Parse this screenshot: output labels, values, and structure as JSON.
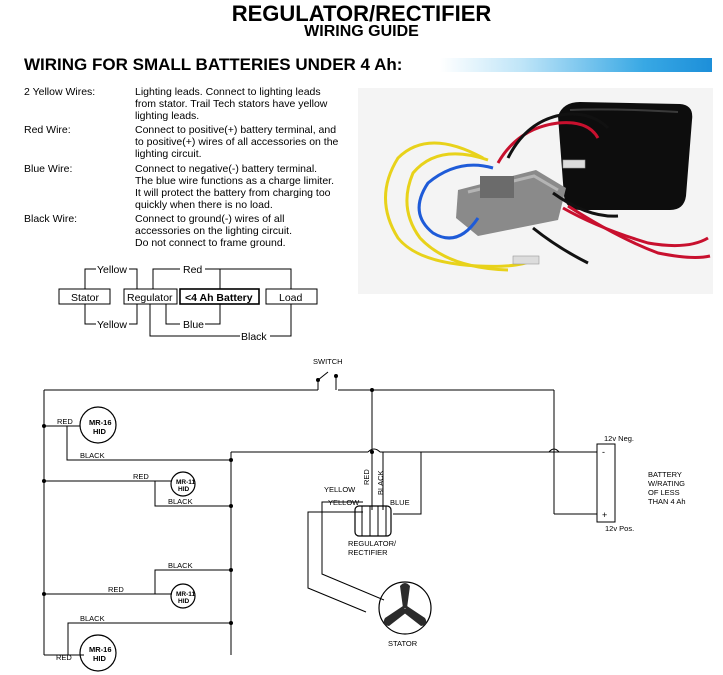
{
  "header": {
    "title": "REGULATOR/RECTIFIER",
    "subtitle": "WIRING GUIDE"
  },
  "section": {
    "heading": "WIRING FOR SMALL BATTERIES UNDER 4 Ah:",
    "accent_color": "#1d8fd9"
  },
  "wires": [
    {
      "name": "2 Yellow Wires:",
      "lines": [
        "Lighting leads.  Connect to lighting leads",
        "from stator.  Trail Tech stators have yellow",
        "lighting leads."
      ]
    },
    {
      "name": "Red Wire:",
      "lines": [
        "Connect to positive(+) battery terminal, and",
        "to positive(+) wires of all accessories on the",
        "lighting circuit."
      ]
    },
    {
      "name": "Blue Wire:",
      "lines": [
        "Connect to negative(-) battery terminal.",
        "The blue wire functions as a charge limiter.",
        "It will protect the battery from charging too",
        "quickly when there is no load."
      ]
    },
    {
      "name": "Black Wire:",
      "lines": [
        "Connect to ground(-) wires of all",
        "accessories on the lighting circuit.",
        "Do not connect to frame ground."
      ]
    }
  ],
  "block_diagram": {
    "boxes": [
      "Stator",
      "Regulator",
      "<4 Ah Battery",
      "Load"
    ],
    "wire_labels": {
      "yellow_top": "Yellow",
      "yellow_bottom": "Yellow",
      "red": "Red",
      "blue": "Blue",
      "black": "Black"
    }
  },
  "schematic": {
    "switch_label": "SWITCH",
    "lamps": [
      {
        "model": "MR-16",
        "type": "HID"
      },
      {
        "model": "MR-11",
        "type": "HID"
      },
      {
        "model": "MR-11",
        "type": "HID"
      },
      {
        "model": "MR-16",
        "type": "HID"
      }
    ],
    "wire_labels": {
      "red": "RED",
      "black": "BLACK",
      "yellow": "YELLOW",
      "blue": "BLUE"
    },
    "regulator_label": [
      "REGULATOR/",
      "RECTIFIER"
    ],
    "stator_label": "STATOR",
    "battery": {
      "neg_label": "12v Neg.",
      "pos_label": "12v Pos.",
      "neg_symbol": "-",
      "pos_symbol": "+",
      "description": [
        "BATTERY",
        "W/RATING",
        "OF LESS",
        "THAN 4 Ah"
      ]
    }
  },
  "photo": {
    "wire_colors": {
      "red": "#c8102e",
      "yellow": "#e8d21a",
      "blue": "#1e5bd8",
      "black": "#111111"
    },
    "battery_color": "#0d0d0d",
    "regulator_color": "#8a8a8a",
    "background_color": "#f4f4f4"
  }
}
